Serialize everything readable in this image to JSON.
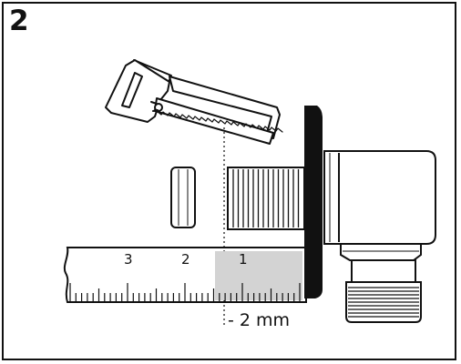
{
  "step_number": "2",
  "ruler": {
    "tick_labels": [
      "3",
      "2",
      "1"
    ]
  },
  "cut_offset_label": "- 2 mm",
  "colors": {
    "line": "#111111",
    "highlight": "#d3d3d3",
    "background": "#ffffff"
  }
}
